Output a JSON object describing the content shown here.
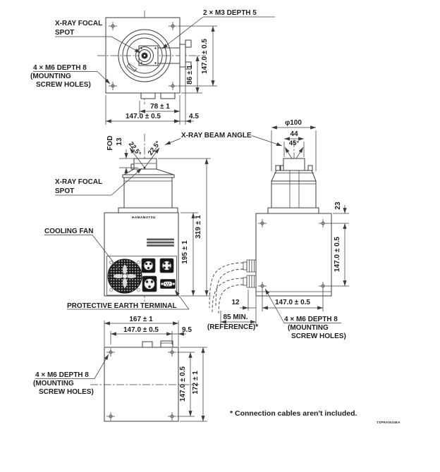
{
  "colors": {
    "line": "#3b3b3b",
    "text": "#1d1d1d",
    "dark_fill": "#161616"
  },
  "top_view": {
    "focal_label": [
      "X-RAY FOCAL",
      "SPOT"
    ],
    "m3_label": "2 × M3 DEPTH 5",
    "m6_label": [
      "4 × M6  DEPTH 8",
      "(MOUNTING",
      "SCREW HOLES)"
    ],
    "dim_height": "147.0 ± 0.5",
    "dim_86": "86 ± 1",
    "dim_78": "78 ± 1",
    "dim_width": "147.0 ± 0.5",
    "dim_4_5": "4.5"
  },
  "front_view": {
    "fod": "FOD",
    "dim_13": "13",
    "angle_left": "22.5°",
    "angle_right": "22.5°",
    "beam_angle_label": "X-RAY BEAM ANGLE",
    "focal_label": [
      "X-RAY FOCAL",
      "SPOT"
    ],
    "cooling_fan_label": "COOLING FAN",
    "brand": "HAMAMATSU",
    "dim_total": "319 ± 1",
    "dim_body": "195 ± 1",
    "earth_label": "PROTECTIVE EARTH TERMINAL"
  },
  "side_view": {
    "dim_dia": "φ100",
    "dim_44": "44",
    "angle": "45°",
    "dim_23": "23",
    "dim_v147": "147.0 ± 0.5",
    "dim_12": "12",
    "dim_h147": "147.0 ± 0.5",
    "dim_85": "85 MIN.",
    "dim_85_ref": "(REFERENCE)*",
    "m6_label": [
      "4 × M6  DEPTH 8",
      "(MOUNTING",
      "SCREW HOLES)"
    ]
  },
  "bottom_view": {
    "dim_167": "167 ± 1",
    "dim_t147": "147.0 ± 0.5",
    "dim_9_5": "9.5",
    "dim_r147": "147.0 ± 0.5",
    "dim_172": "172 ± 1",
    "m6_label": [
      "4 × M6  DEPTH 8",
      "(MOUNTING",
      "SCREW HOLES)"
    ]
  },
  "footer": {
    "note": "* Connection cables aren't included.",
    "doc_id": "TXPRA0024EA"
  }
}
